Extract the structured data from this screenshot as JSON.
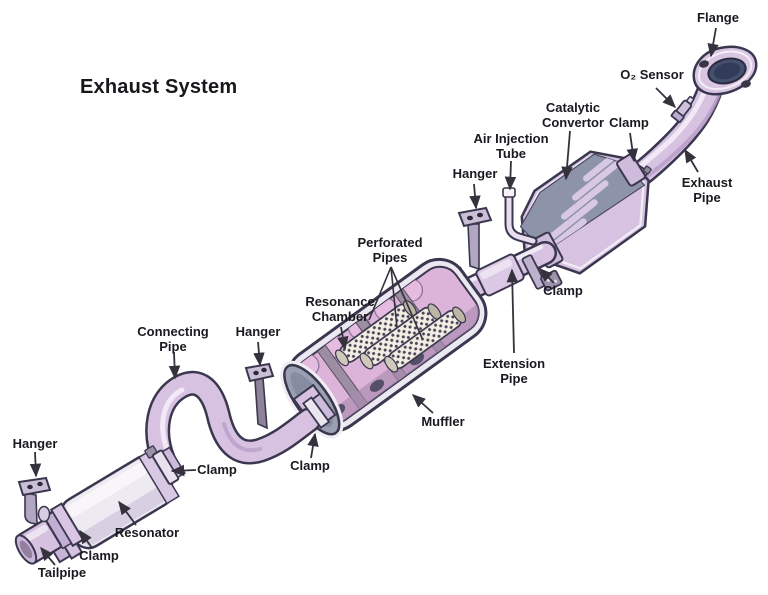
{
  "title": "Exhaust System",
  "labels": {
    "flange": "Flange",
    "o2_sensor": "O₂ Sensor",
    "catalytic_convertor": "Catalytic Convertor",
    "clamp_exhaust": "Clamp",
    "air_injection_tube": "Air Injection Tube",
    "hanger_upper": "Hanger",
    "exhaust_pipe": "Exhaust Pipe",
    "clamp_extension": "Clamp",
    "perforated_pipes": "Perforated Pipes",
    "resonance_chamber": "Resonance Chamber",
    "extension_pipe": "Extension Pipe",
    "muffler": "Muffler",
    "connecting_pipe": "Connecting Pipe",
    "hanger_middle": "Hanger",
    "clamp_connecting": "Clamp",
    "clamp_muffler": "Clamp",
    "hanger_left": "Hanger",
    "resonator": "Resonator",
    "clamp_tailpipe": "Clamp",
    "tailpipe": "Tailpipe"
  },
  "colors": {
    "pipe_lavender": "#d7c3e1",
    "muffler_pink": "#ddb4d9",
    "metal_gray": "#8d93a8",
    "outline": "#3a374e",
    "label_text": "#19191f"
  }
}
